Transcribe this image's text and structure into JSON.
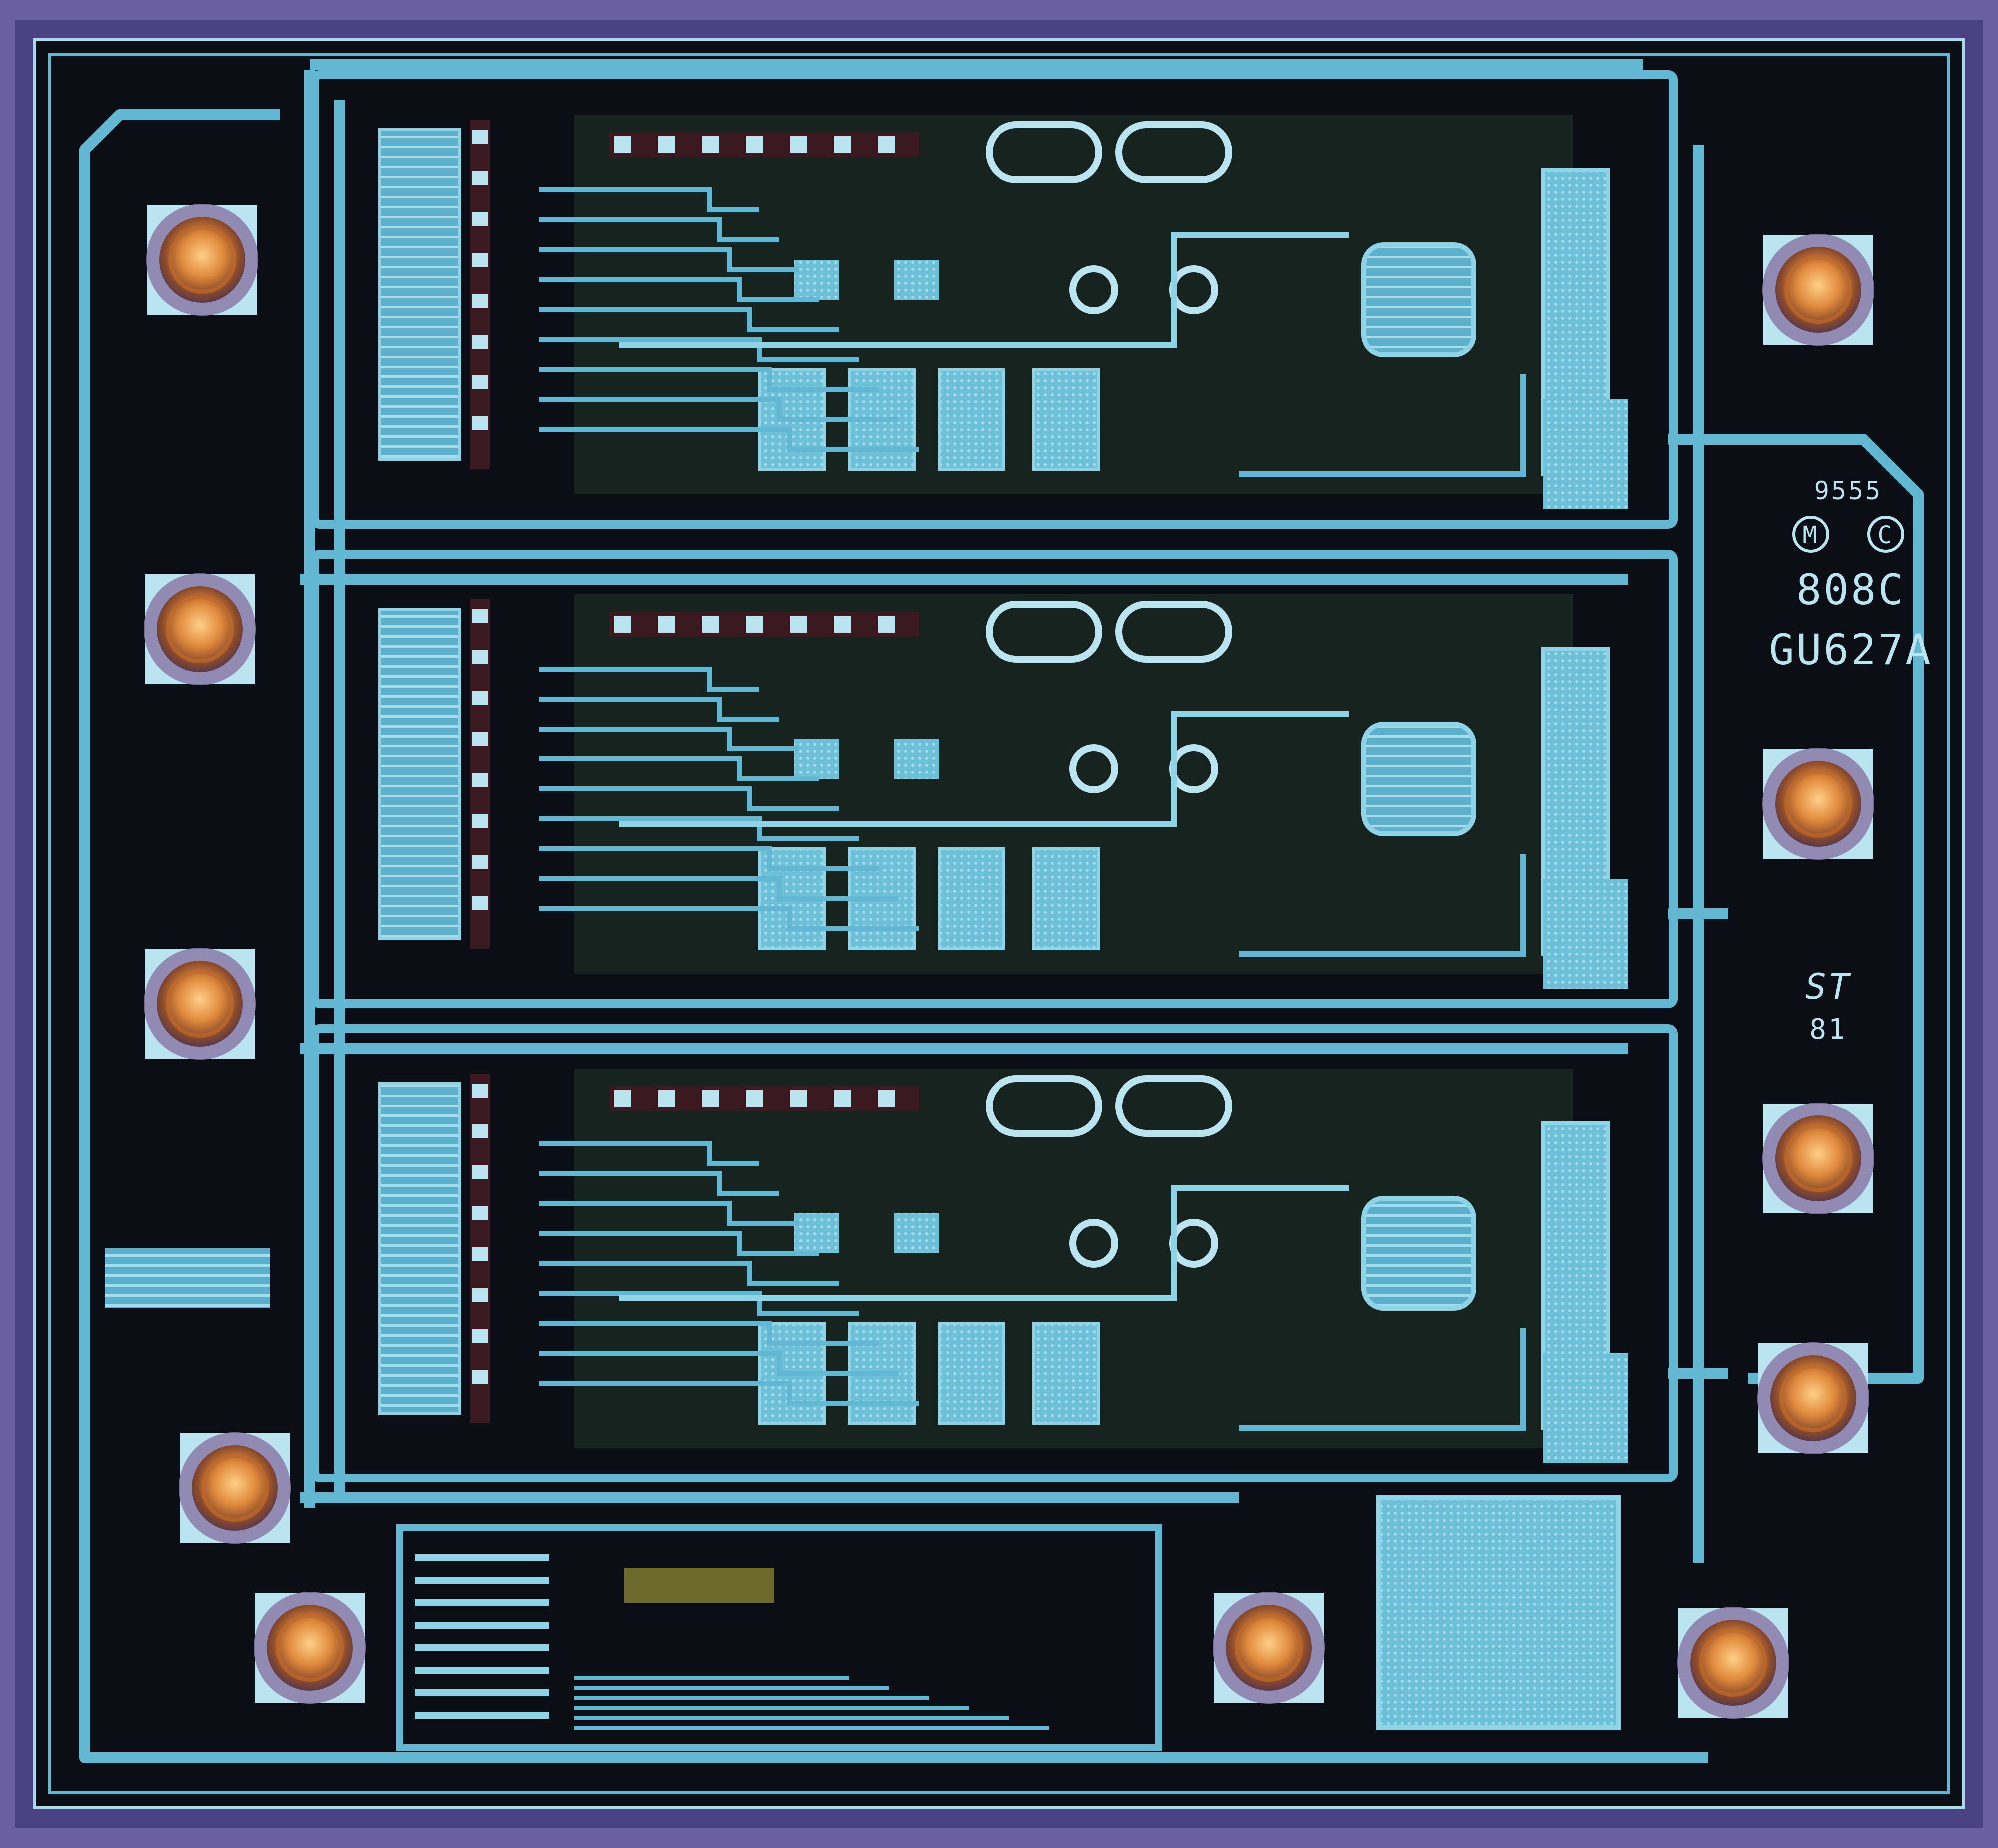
{
  "image": {
    "subject": "integrated circuit die",
    "palette": {
      "frame": "#6a5fa0",
      "substrate": "#0b0e14",
      "metal": "#62b8d2",
      "metal_light": "#8fd3e6",
      "contact_pad": "#b9e4f0",
      "resistor": "#3a1a20",
      "bond_ball": "#e08a3c",
      "bond_residue": "#8a7aa8",
      "diffusion": "#1c2c24"
    }
  },
  "die_markings": {
    "part_code": "9555",
    "copyright_symbols": "M C",
    "line_1": "808C",
    "line_2": "GU627A",
    "logo_text": "ST",
    "year": "81"
  }
}
